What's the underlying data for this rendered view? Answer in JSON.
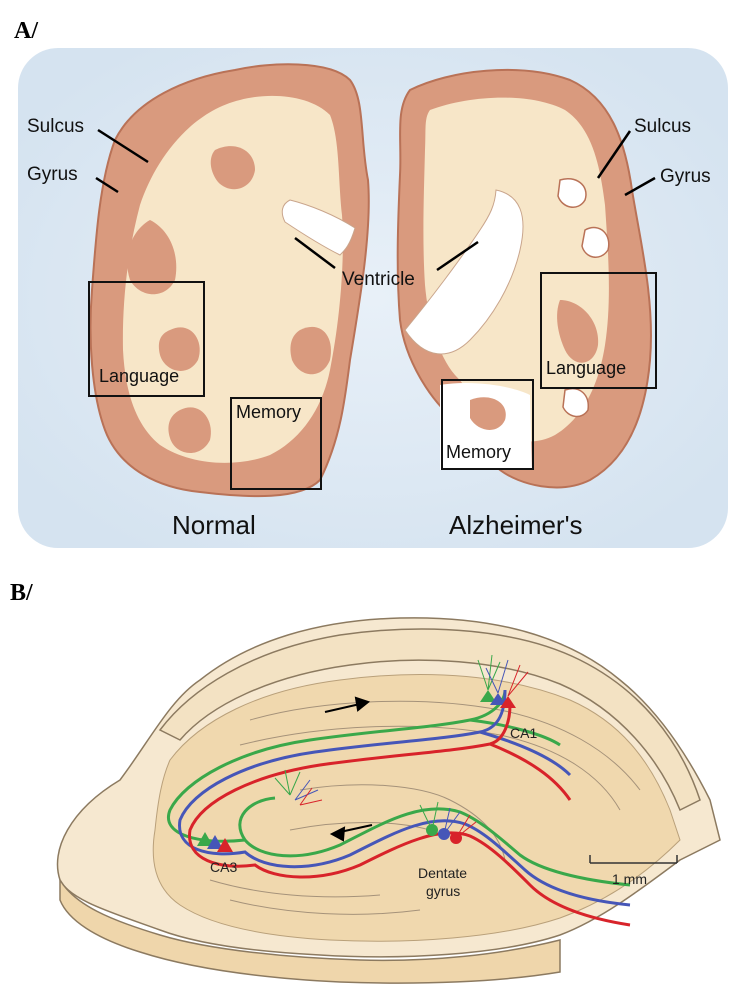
{
  "panel_a": {
    "label": "A/",
    "sulcus_left": "Sulcus",
    "gyrus_left": "Gyrus",
    "sulcus_right": "Sulcus",
    "gyrus_right": "Gyrus",
    "ventricle": "Ventricle",
    "language_left": "Language",
    "memory_left": "Memory",
    "language_right": "Language",
    "memory_right": "Memory",
    "caption_normal": "Normal",
    "caption_alzheimers": "Alzheimer's"
  },
  "panel_b": {
    "label": "B/",
    "ca1": "CA1",
    "ca3": "CA3",
    "dentate_line1": "Dentate",
    "dentate_line2": "gyrus",
    "scale": "1 mm"
  },
  "colors": {
    "background_a": "#dfe9f3",
    "tissue": "#d99a7e",
    "tissue_light": "#f7e6c8",
    "hippocampus": "#f2d9ad",
    "neuron_red": "#d8232a",
    "neuron_green": "#3aa84a",
    "neuron_blue": "#4656b8"
  }
}
